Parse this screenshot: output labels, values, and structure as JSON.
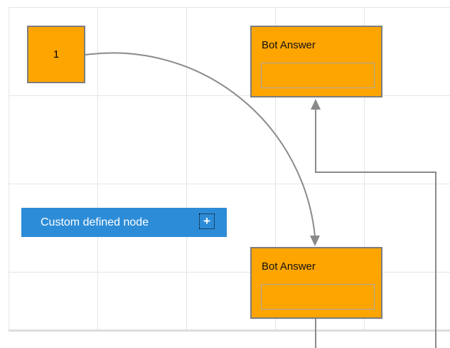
{
  "canvas": {
    "background": "#FFFFFF",
    "grid_line_color": "#E5E5E5",
    "grid_bottom_edge_color": "#DCDCDC"
  },
  "palette": {
    "node_orange": "#FFA500",
    "node_border_gray": "#7D7D7D",
    "inner_box_border_gray": "#A6A6A6",
    "custom_node_blue": "#2D8CD7",
    "connector_gray": "#8A8A8A",
    "text_dark": "#000000",
    "text_light": "#FFFFFF"
  },
  "nodes": {
    "start": {
      "label": "1"
    },
    "bot_answer_top": {
      "title": "Bot Answer",
      "input_value": ""
    },
    "bot_answer_bottom": {
      "title": "Bot Answer",
      "input_value": ""
    },
    "custom": {
      "label": "Custom defined node",
      "plus": "+"
    }
  },
  "connectors": [
    {
      "id": "start-to-bottom-bot",
      "style": "curved",
      "arrow_at": "bottom bot-answer top edge"
    },
    {
      "id": "bottom-bot-to-top-bot",
      "style": "orthogonal",
      "arrow_at": "top bot-answer bottom edge"
    }
  ]
}
